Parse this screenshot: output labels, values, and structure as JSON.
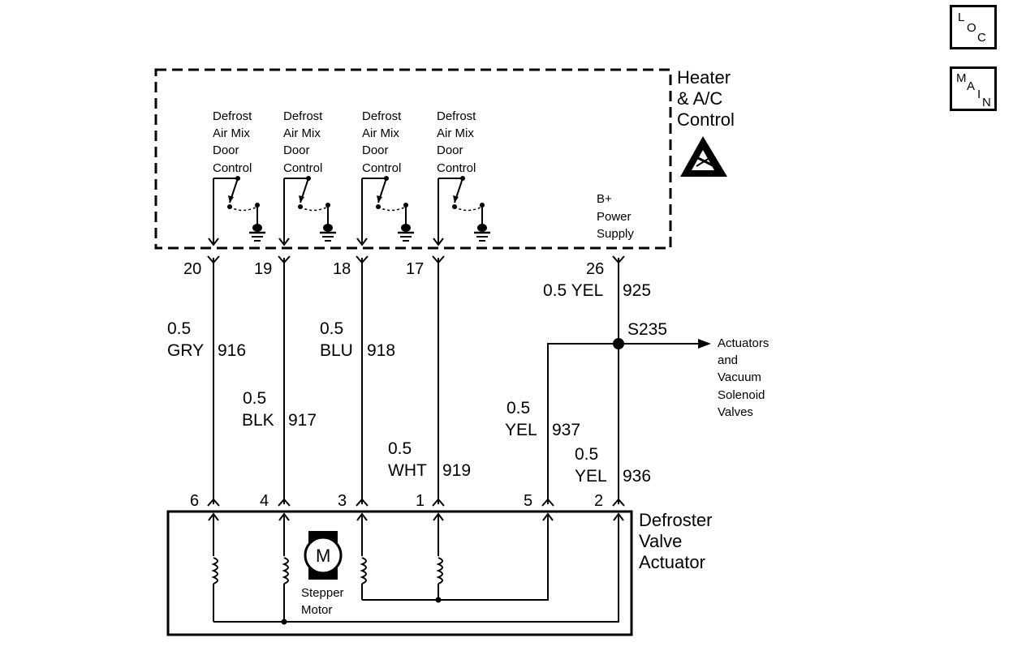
{
  "nav": {
    "loc": [
      "L",
      "O",
      "C"
    ],
    "main": [
      "M",
      "A",
      "I",
      "N"
    ]
  },
  "control": {
    "title": [
      "Heater",
      "& A/C",
      "Control"
    ],
    "door_controls": [
      [
        "Defrost",
        "Air Mix",
        "Door",
        "Control"
      ],
      [
        "Defrost",
        "Air Mix",
        "Door",
        "Control"
      ],
      [
        "Defrost",
        "Air Mix",
        "Door",
        "Control"
      ],
      [
        "Defrost",
        "Air Mix",
        "Door",
        "Control"
      ]
    ],
    "power_supply": [
      "B+",
      "Power",
      "Supply"
    ]
  },
  "top_pins": [
    "20",
    "19",
    "18",
    "17",
    "26"
  ],
  "wires": {
    "w916": [
      "0.5",
      "GRY",
      "916"
    ],
    "w917": [
      "0.5",
      "BLK",
      "917"
    ],
    "w918": [
      "0.5",
      "BLU",
      "918"
    ],
    "w919": [
      "0.5",
      "WHT",
      "919"
    ],
    "w925": [
      "0.5 YEL",
      "925"
    ],
    "w937": [
      "0.5",
      "YEL",
      "937"
    ],
    "w936": [
      "0.5",
      "YEL",
      "936"
    ]
  },
  "splice": {
    "id": "S235",
    "destination": [
      "Actuators",
      "and",
      "Vacuum",
      "Solenoid",
      "Valves"
    ]
  },
  "bottom_pins": [
    "6",
    "4",
    "3",
    "1",
    "5",
    "2"
  ],
  "actuator": {
    "title": [
      "Defroster",
      "Valve",
      "Actuator"
    ],
    "motor_symbol": "M",
    "motor_label": [
      "Stepper",
      "Motor"
    ]
  }
}
